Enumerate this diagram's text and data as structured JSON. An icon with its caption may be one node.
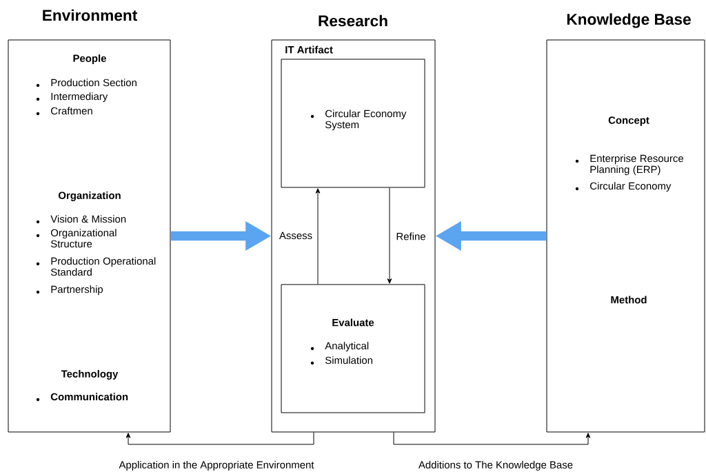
{
  "diagram": {
    "nodes": [
      {
        "text": [
          "Environment",
          "People",
          "Production Section",
          "Intermediary",
          "Craftmen",
          "Organization",
          "Vision & Mission",
          "Organizational Structure",
          "Production Operational Standard",
          "Partnership",
          "Technology",
          "Communication"
        ]
      },
      {
        "text": [
          "Research",
          "IT Artifact"
        ]
      },
      {
        "text": [
          "Circular Economy System"
        ],
        "in": 1
      },
      {
        "text": [
          "Evaluate",
          "Analytical",
          "Simulation"
        ],
        "in": 1
      },
      {
        "text": [
          "Knowledge Base",
          "Concept",
          "Enterprise Resource Planning (ERP)",
          "Circular Economy",
          "Method"
        ]
      }
    ],
    "edges": [
      {
        "from": 0,
        "to": 1,
        "arrow": "to",
        "style": "thick",
        "color": "#5ba4f0"
      },
      {
        "from": 4,
        "to": 1,
        "arrow": "to",
        "style": "thick",
        "color": "#5ba4f0"
      },
      {
        "from": 3,
        "to": 2,
        "arrow": "to",
        "label": "Assess"
      },
      {
        "from": 2,
        "to": 3,
        "arrow": "to",
        "label": "Refine"
      },
      {
        "from": 1,
        "to": 0,
        "arrow": "to",
        "label": "Application in the Appropriate Environment"
      },
      {
        "from": 1,
        "to": 4,
        "arrow": "to",
        "label": "Additions to The Knowledge Base"
      }
    ]
  }
}
